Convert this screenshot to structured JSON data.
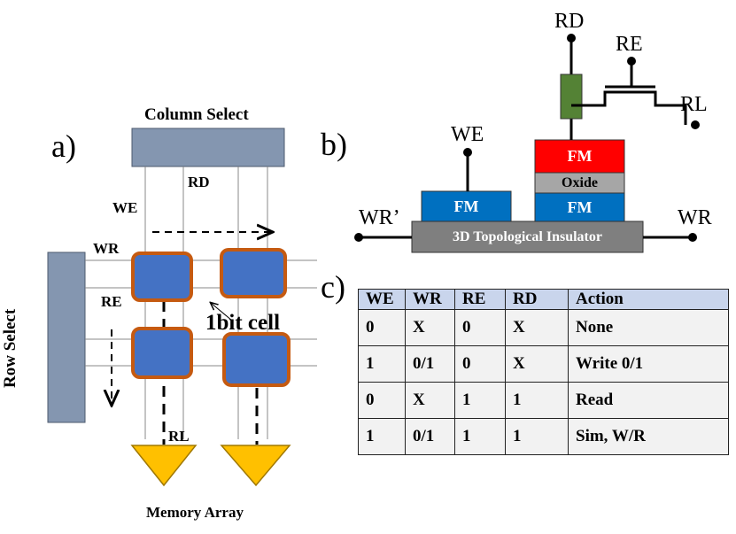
{
  "panel_a": {
    "panel_label": "a)",
    "column_select": "Column Select",
    "row_select": "Row Select",
    "memory_array": "Memory Array",
    "labels": {
      "rd": "RD",
      "we": "WE",
      "wr": "WR",
      "re": "RE",
      "rl": "RL",
      "cell": "1bit cell"
    },
    "colors": {
      "select_block": "#8496b0",
      "cell_fill": "#4472c4",
      "cell_border": "#c55a11",
      "sense_amp": "#ffc000"
    }
  },
  "panel_b": {
    "panel_label": "b)",
    "terminals": {
      "rd": "RD",
      "re": "RE",
      "rl": "RL",
      "we": "WE",
      "wr_prime": "WR’",
      "wr": "WR"
    },
    "layers": {
      "fm_top": "FM",
      "oxide": "Oxide",
      "fm_bottom": "FM",
      "fm_left": "FM",
      "substrate": "3D Topological Insulator"
    },
    "colors": {
      "fm_blue": "#0070c0",
      "fm_red": "#ff0000",
      "oxide": "#a6a6a6",
      "substrate": "#7f7f7f",
      "resistor": "#548235"
    }
  },
  "panel_c": {
    "panel_label": "c)",
    "headers": [
      "WE",
      "WR",
      "RE",
      "RD",
      "Action"
    ],
    "rows": [
      [
        "0",
        "X",
        "0",
        "X",
        "None"
      ],
      [
        "1",
        "0/1",
        "0",
        "X",
        "Write 0/1"
      ],
      [
        "0",
        "X",
        "1",
        "1",
        "Read"
      ],
      [
        "1",
        "0/1",
        "1",
        "1",
        "Sim, W/R"
      ]
    ]
  }
}
